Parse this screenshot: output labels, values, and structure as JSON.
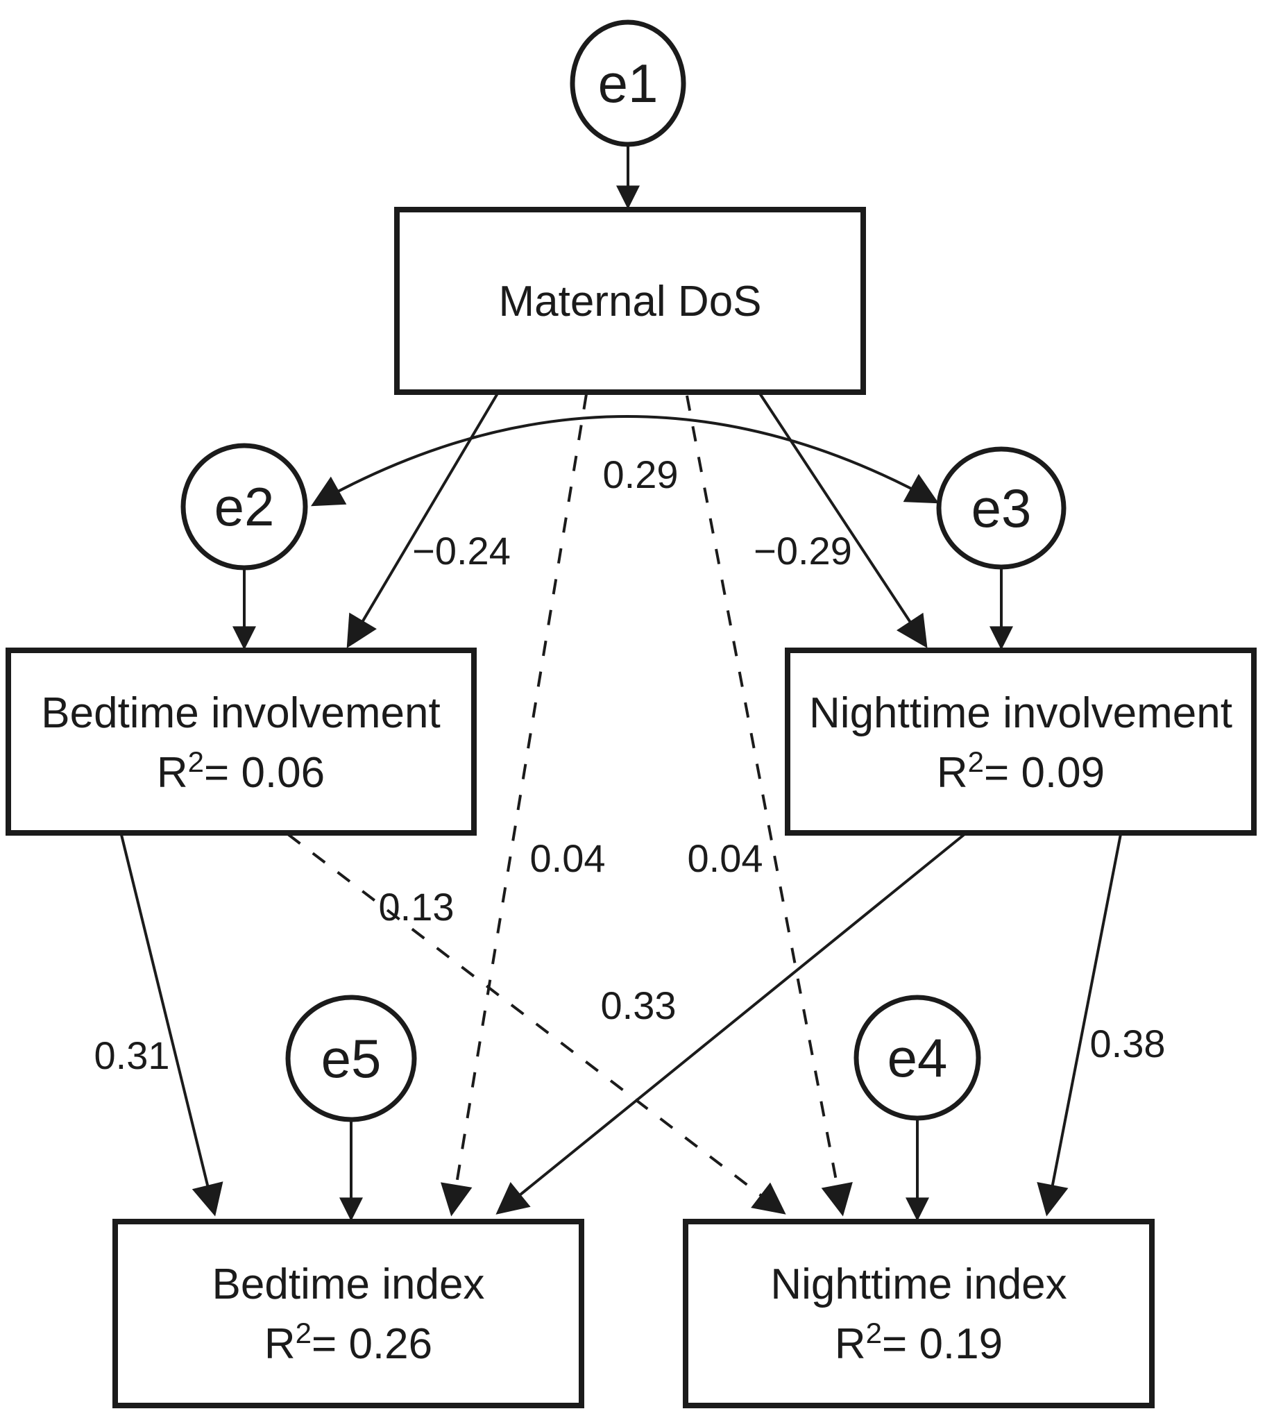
{
  "figure": {
    "type": "structural-equation-model-path-diagram",
    "background_color": "#ffffff",
    "ink_color": "#1b1b1b"
  },
  "nodes": {
    "e1": {
      "label": "e1"
    },
    "e2": {
      "label": "e2"
    },
    "e3": {
      "label": "e3"
    },
    "e4": {
      "label": "e4"
    },
    "e5": {
      "label": "e5"
    },
    "maternal_dos": {
      "label": "Maternal DoS"
    },
    "bedtime_involvement": {
      "title": "Bedtime involvement",
      "r": "R",
      "r_sup": "2",
      "r_value": "= 0.06"
    },
    "nighttime_involvement": {
      "title": "Nighttime involvement",
      "r": "R",
      "r_sup": "2",
      "r_value": "= 0.09"
    },
    "bedtime_index": {
      "title": "Bedtime index",
      "r": "R",
      "r_sup": "2",
      "r_value": "= 0.26"
    },
    "nighttime_index": {
      "title": "Nighttime index",
      "r": "R",
      "r_sup": "2",
      "r_value": "= 0.19"
    }
  },
  "edges": [
    {
      "from": "e2",
      "to": "e3",
      "kind": "covariance",
      "style": "solid-curved-double-arrow",
      "coefficient": "0.29"
    },
    {
      "from": "maternal_dos",
      "to": "bedtime_involvement",
      "style": "solid",
      "coefficient": "−0.24"
    },
    {
      "from": "maternal_dos",
      "to": "nighttime_involvement",
      "style": "solid",
      "coefficient": "−0.29"
    },
    {
      "from": "maternal_dos",
      "to": "bedtime_index",
      "style": "dashed",
      "coefficient": "0.04"
    },
    {
      "from": "maternal_dos",
      "to": "nighttime_index",
      "style": "dashed",
      "coefficient": "0.04"
    },
    {
      "from": "bedtime_involvement",
      "to": "bedtime_index",
      "style": "solid",
      "coefficient": "0.31"
    },
    {
      "from": "bedtime_involvement",
      "to": "nighttime_index",
      "style": "dashed",
      "coefficient": "0.13"
    },
    {
      "from": "nighttime_involvement",
      "to": "bedtime_index",
      "style": "solid",
      "coefficient": "0.33"
    },
    {
      "from": "nighttime_involvement",
      "to": "nighttime_index",
      "style": "solid",
      "coefficient": "0.38"
    },
    {
      "from": "e1",
      "to": "maternal_dos",
      "style": "solid",
      "coefficient": ""
    },
    {
      "from": "e2",
      "to": "bedtime_involvement",
      "style": "solid",
      "coefficient": ""
    },
    {
      "from": "e3",
      "to": "nighttime_involvement",
      "style": "solid",
      "coefficient": ""
    },
    {
      "from": "e5",
      "to": "bedtime_index",
      "style": "solid",
      "coefficient": ""
    },
    {
      "from": "e4",
      "to": "nighttime_index",
      "style": "solid",
      "coefficient": ""
    }
  ]
}
